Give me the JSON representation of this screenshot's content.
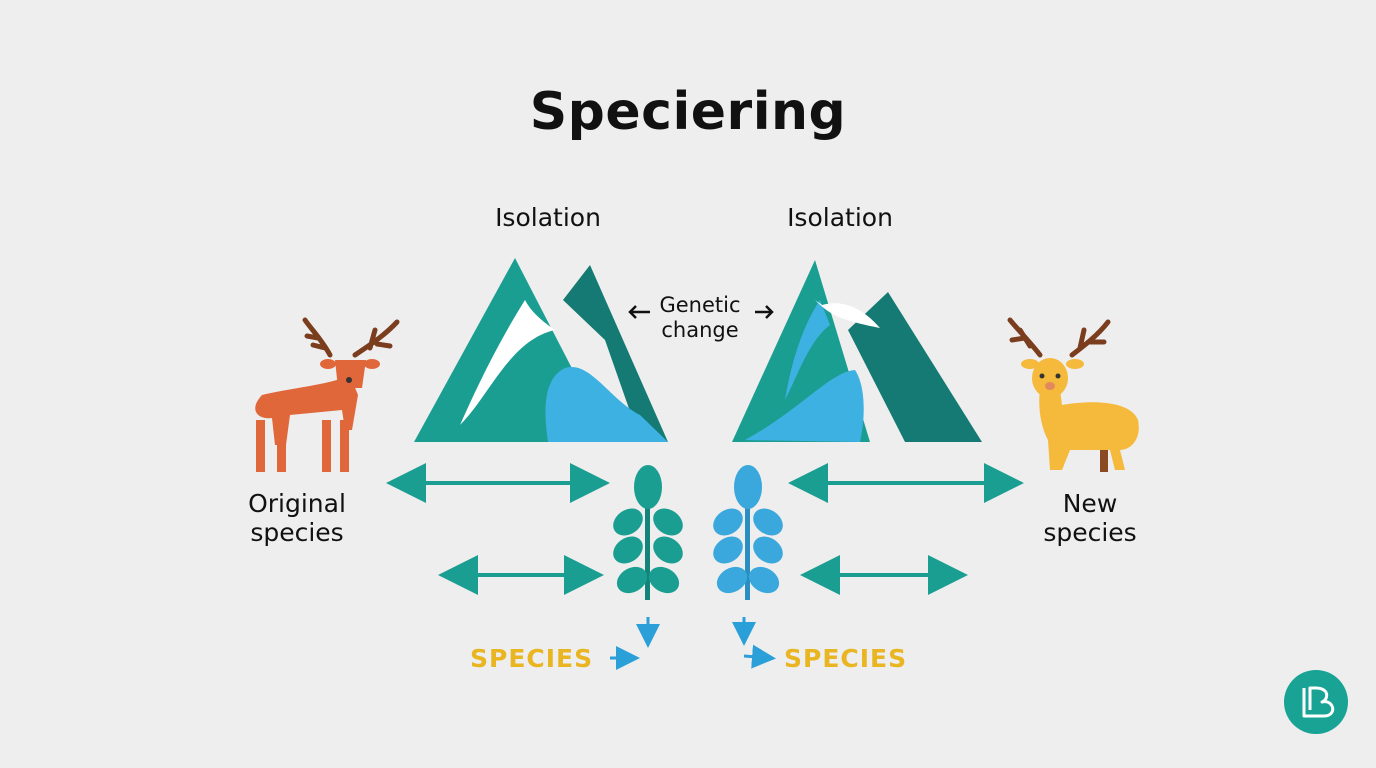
{
  "title": "Speciering",
  "isolation_left": "Isolation",
  "isolation_right": "Isolation",
  "genetic_change": {
    "line1": "Genetic",
    "line2": "change"
  },
  "original_species": {
    "line1": "Original",
    "line2": "species"
  },
  "new_species": {
    "line1": "New",
    "line2": "species"
  },
  "species_left": "SPECIES",
  "species_right": "SPECIES",
  "colors": {
    "teal": "#1b9e92",
    "dark_teal": "#147a73",
    "blue": "#3aa8dc",
    "orange_deer": "#e0673a",
    "yellow_deer": "#f5b93b",
    "antler": "#7a3d1e",
    "species_text": "#e9b521"
  },
  "icons": [
    "deer-icon",
    "mountain-icon",
    "plant-icon",
    "double-arrow-icon",
    "logo-icon"
  ]
}
